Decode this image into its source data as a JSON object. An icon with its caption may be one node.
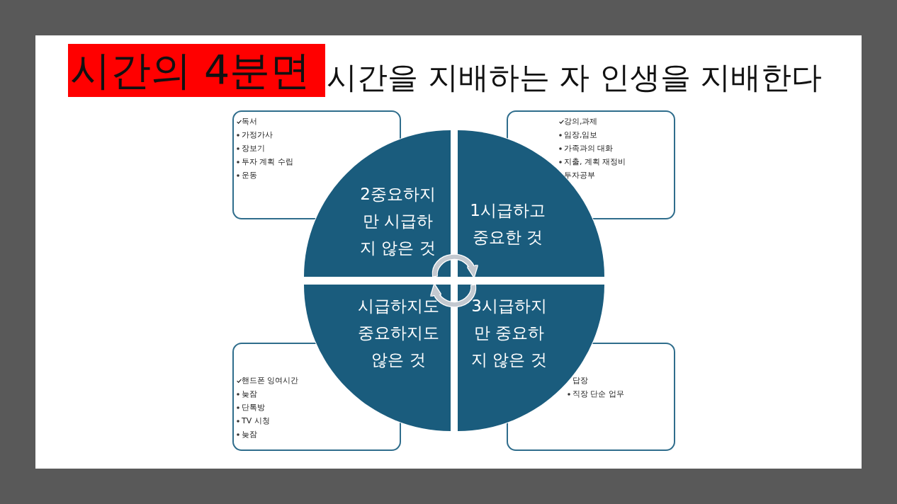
{
  "diagram": {
    "title": "시간의 4분면",
    "nodes": [
      {
        "text": [
          "독서",
          "가정가사",
          "장보기",
          "투자 계획 수립",
          "운동"
        ]
      },
      {
        "text": [
          "강의,과제",
          "임장,임보",
          "가족과의 대화",
          "지출, 계획 재정비 투자공부"
        ]
      },
      {
        "text": [
          "2중요하지 만 시급하 지 않은 것"
        ]
      },
      {
        "text": [
          "1시급하고 중요한 것"
        ]
      },
      {
        "text": [
          "시급하지도 중요하지도 않은 것"
        ]
      },
      {
        "text": [
          "3시급하지 만 중요하 지 않은 것"
        ]
      },
      {
        "text": [
          "핸드폰 잉여시간",
          "늦잠",
          "단톡방",
          "TV 시청",
          "늦잠"
        ]
      },
      {
        "text": [
          "답장",
          "직장 단순 업무"
        ]
      }
    ],
    "edges": [
      {
        "from": 2,
        "to": 3,
        "arrow": "to"
      },
      {
        "from": 5,
        "to": 4,
        "arrow": "to"
      }
    ],
    "labels": [
      "시간을 지배하는 자 인생을 지배한다"
    ]
  }
}
